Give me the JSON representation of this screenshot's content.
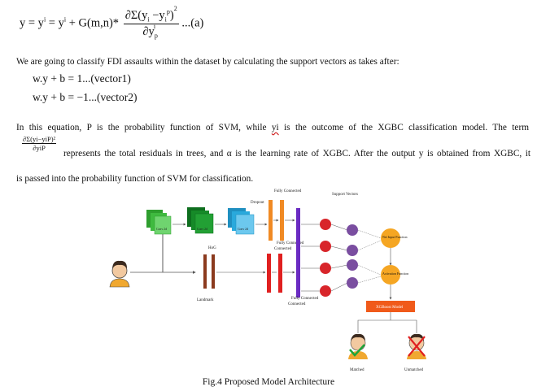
{
  "equation_a": {
    "lhs": "y = y",
    "mid": " = y",
    "plus_g": " + G(m,n)*",
    "numerator": "∂Σ(y",
    "numerator_tail": " −y",
    "denominator": "∂y",
    "label": "...(a)"
  },
  "paragraph_1": "We are going to classify FDI assaults within the dataset by calculating the support vectors as takes after:",
  "vector_eqs": [
    {
      "lhs": "w.y + b = 1",
      "tag": "...(vector1)"
    },
    {
      "lhs": "w.y + b = −1",
      "tag": "...(vector2)"
    }
  ],
  "paragraph_2": {
    "part1": "In this equation, P is the probability function of SVM, while ",
    "yi": "yi",
    "part2": " is the outcome of the XGBC classification model. The term",
    "line2": "represents the total residuals in trees, and α is the learning rate of XGBC. After the output y is obtained from XGBC, it",
    "line3": "is passed into the probability function of SVM for classification."
  },
  "inline_term": {
    "num": "∂Σ(yi−yiP)²",
    "den": "∂yiP"
  },
  "figure": {
    "labels": {
      "conv1": "Conv 2d",
      "conv2": "Conv 2d",
      "conv3": "Conv 2d",
      "dropout": "Dropout",
      "fc_top": "Fully Connected",
      "support_vectors": "Support Vectors",
      "hog": "HoG",
      "fc_mid": "Fully Connected",
      "landmark": "Landmark",
      "fc_bottom": "Fully Connected",
      "net_input": "Net Input Function",
      "activation": "Activation Function",
      "xgboost": "XGBoost Model",
      "matched": "Matched",
      "unmatched": "Unmatched"
    },
    "colors": {
      "green": "#2e9e2e",
      "cyan": "#29a9dc",
      "orange": "#f08a24",
      "red": "#e02020",
      "purple": "#6a2bc2",
      "brown": "#8b3a1e",
      "gold": "#f5a623",
      "sv_red": "#d8252a",
      "sv_purple": "#7a4ea0"
    }
  },
  "caption": "Fig.4 Proposed Model Architecture"
}
